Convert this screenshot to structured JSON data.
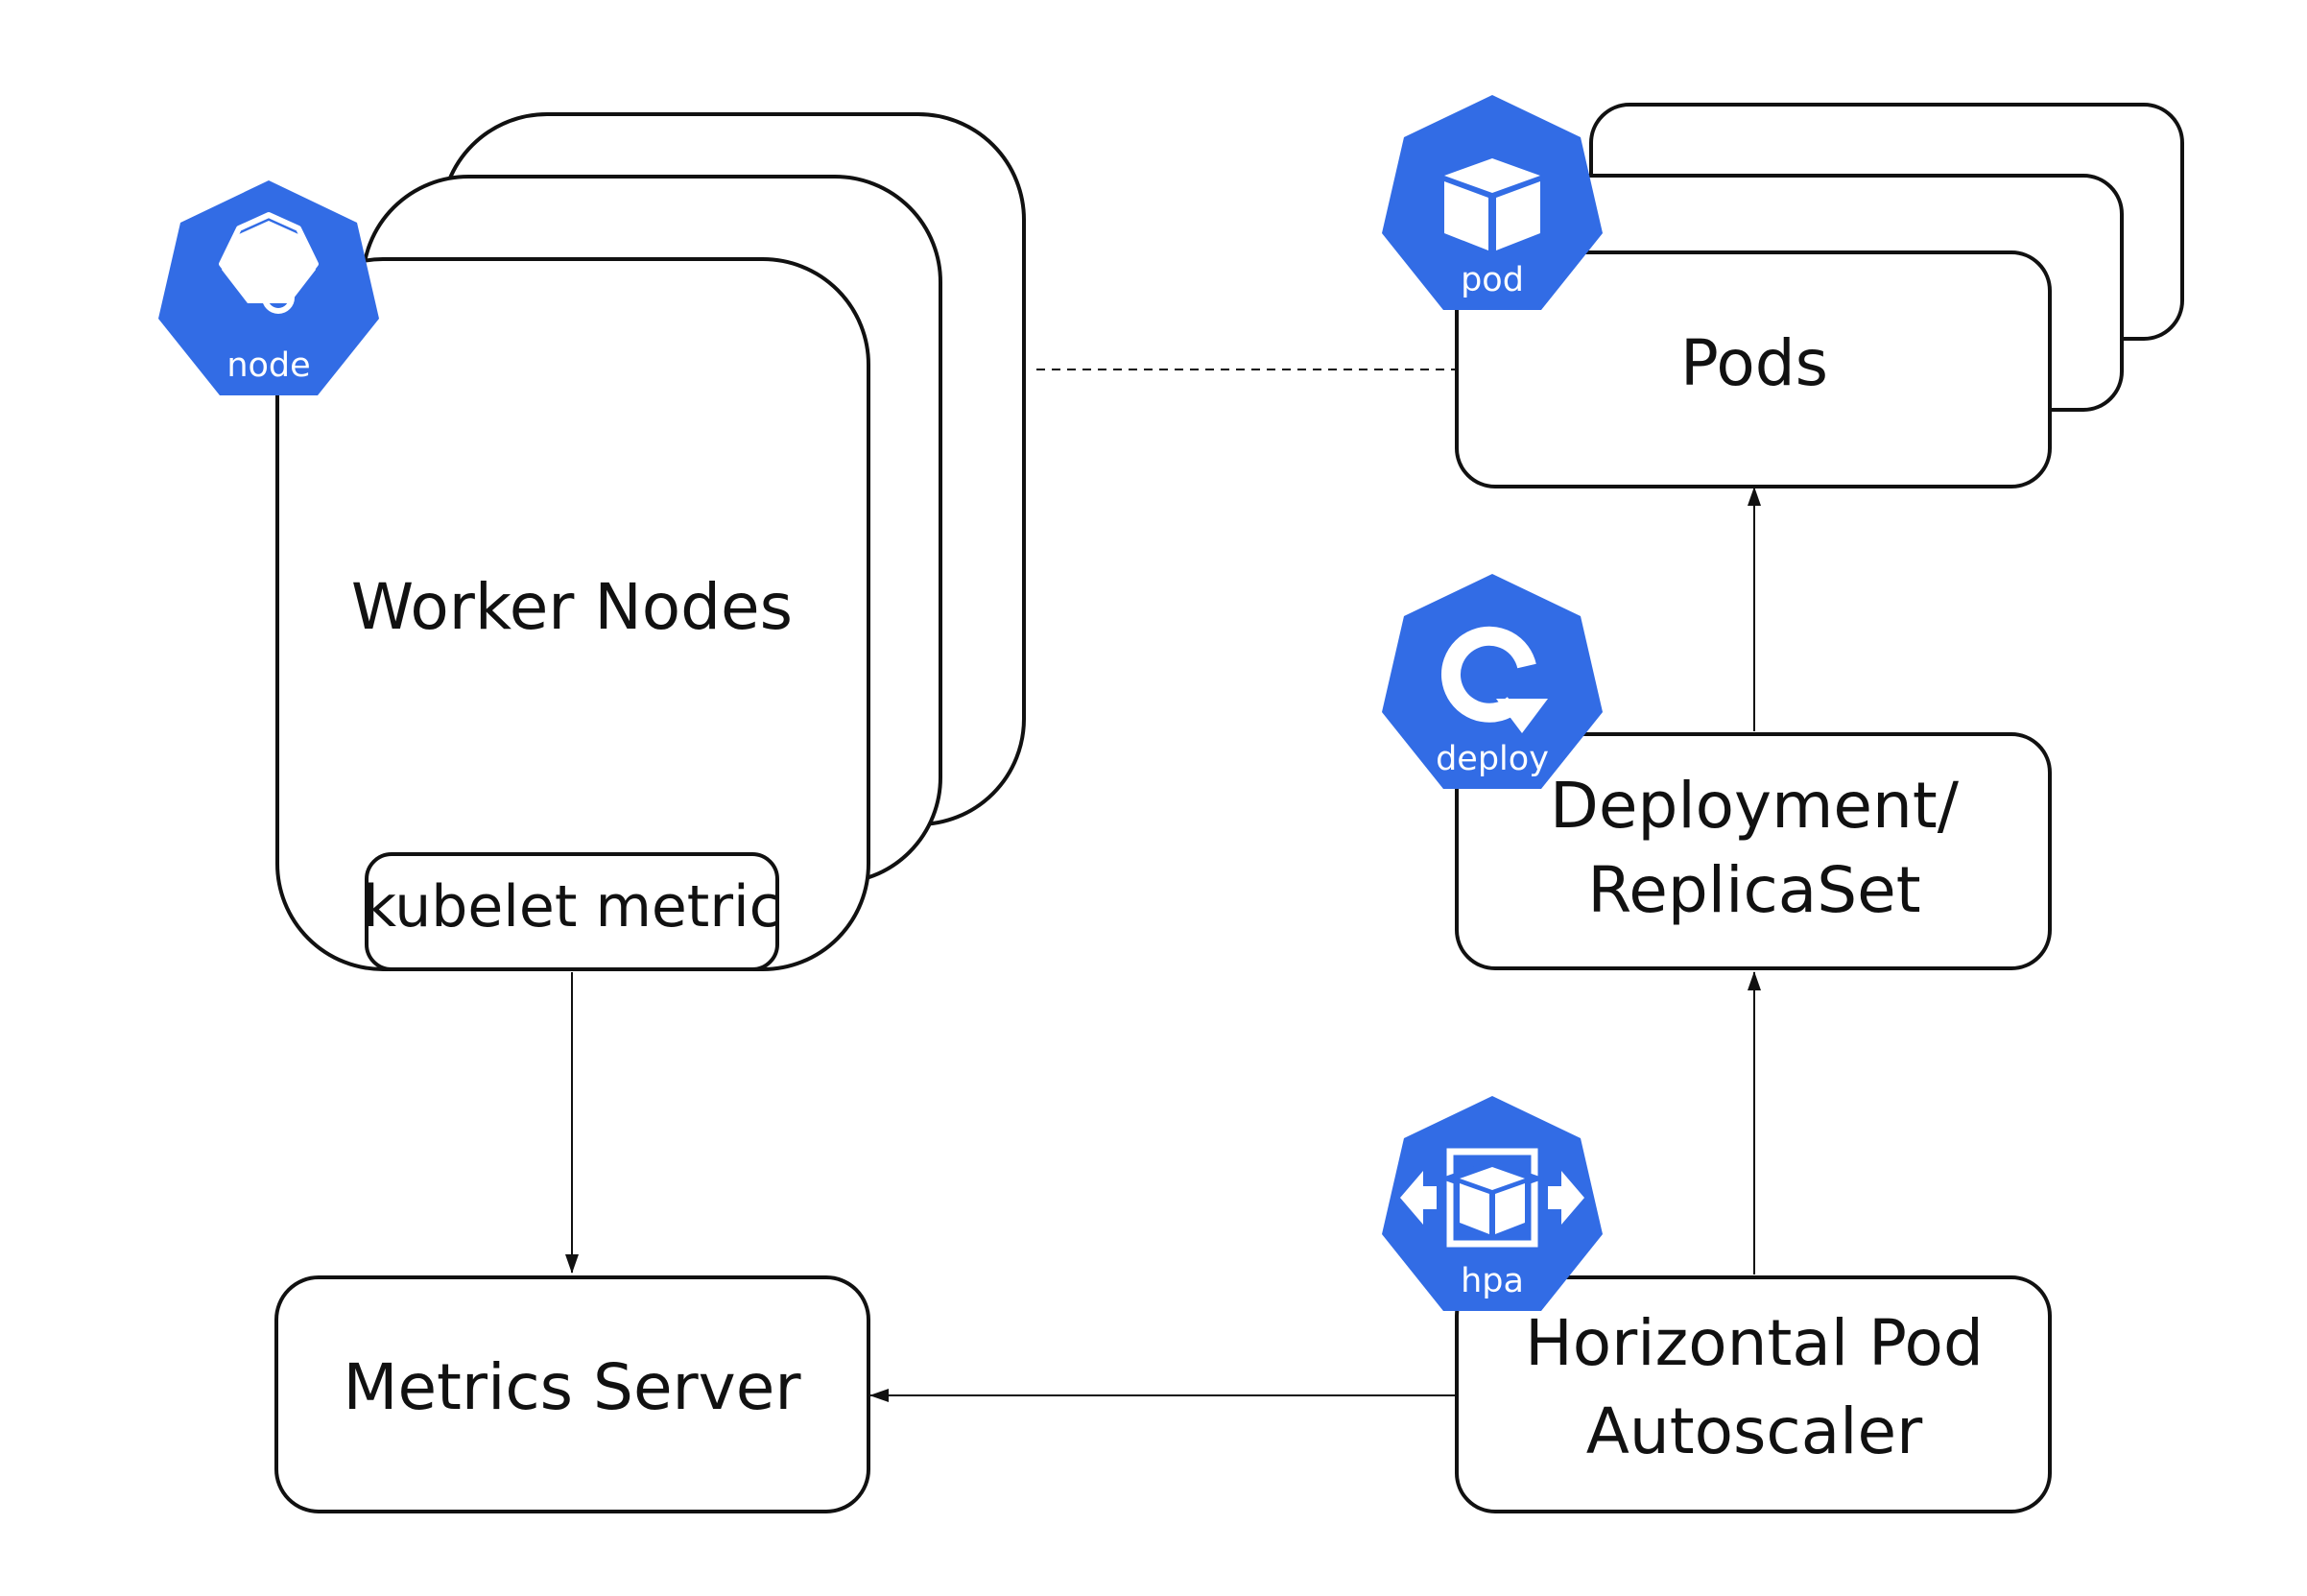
{
  "nodes": {
    "worker_nodes": "Worker Nodes",
    "kubelet_metric": "kubelet metric",
    "metrics_server": "Metrics Server",
    "pods": "Pods",
    "deployment_line1": "Deployment/",
    "deployment_line2": "ReplicaSet",
    "hpa_line1": "Horizontal Pod",
    "hpa_line2": "Autoscaler"
  },
  "badges": {
    "node": {
      "label": "node",
      "icon": "node-icon"
    },
    "pod": {
      "label": "pod",
      "icon": "pod-icon"
    },
    "deploy": {
      "label": "deploy",
      "icon": "deploy-icon"
    },
    "hpa": {
      "label": "hpa",
      "icon": "hpa-icon"
    }
  },
  "colors": {
    "kubernetes_blue": "#326ce5",
    "stroke": "#111111",
    "background": "#ffffff"
  }
}
